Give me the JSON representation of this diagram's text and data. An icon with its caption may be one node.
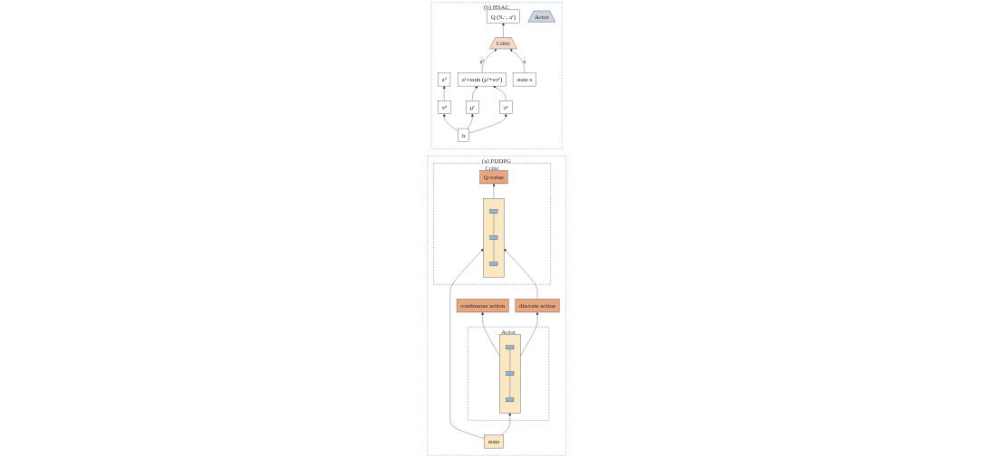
{
  "diagram": {
    "nodes": [
      {
        "text": [
          "(a) PDDPG"
        ]
      },
      {
        "text": [
          "Critic"
        ],
        "in": 0
      },
      {
        "text": [
          "Q-value"
        ],
        "in": 1
      },
      {
        "text": [],
        "shape": "box",
        "in": 1
      },
      {
        "text": [],
        "shape": "box",
        "in": 3
      },
      {
        "text": [],
        "shape": "box",
        "in": 3
      },
      {
        "text": [],
        "shape": "box",
        "in": 3
      },
      {
        "text": [
          "Actor"
        ],
        "in": 0
      },
      {
        "text": [
          "discrete action"
        ],
        "in": 0
      },
      {
        "text": [
          "continuous action"
        ],
        "in": 0
      },
      {
        "text": [],
        "shape": "box",
        "in": 7
      },
      {
        "text": [],
        "shape": "box",
        "in": 10
      },
      {
        "text": [],
        "shape": "box",
        "in": 10
      },
      {
        "text": [],
        "shape": "box",
        "in": 10
      },
      {
        "text": [
          "state"
        ],
        "in": 0
      },
      {
        "text": [
          "(b) HSAC"
        ]
      },
      {
        "text": [
          "aᵈ"
        ],
        "in": 15
      },
      {
        "text": [
          "aᶜ=tanh (μᶜ+εσᶜ)"
        ],
        "in": 15
      },
      {
        "text": [
          "πᵈ"
        ],
        "in": 15
      },
      {
        "text": [
          "μᶜ"
        ],
        "in": 15
      },
      {
        "text": [
          "σᶜ"
        ],
        "in": 15
      },
      {
        "text": [
          "h"
        ],
        "in": 15
      },
      {
        "text": [
          "Actor"
        ],
        "in": 15
      },
      {
        "text": [
          "state s"
        ],
        "in": 15
      },
      {
        "text": [
          "Q (S,·, aᶜ)"
        ],
        "in": 15
      },
      {
        "text": [
          "Critic"
        ],
        "in": 15
      }
    ],
    "edges": [
      {
        "from": 3,
        "to": 2,
        "arrow": "to"
      },
      {
        "from": 5,
        "to": 4,
        "arrow": "none"
      },
      {
        "from": 6,
        "to": 5,
        "arrow": "none"
      },
      {
        "from": 10,
        "to": 8,
        "arrow": "to"
      },
      {
        "from": 10,
        "to": 9,
        "arrow": "to"
      },
      {
        "from": 12,
        "to": 11,
        "arrow": "none"
      },
      {
        "from": 13,
        "to": 12,
        "arrow": "none"
      },
      {
        "from": 14,
        "to": 3,
        "arrow": "to"
      },
      {
        "from": 14,
        "to": 10,
        "arrow": "to"
      },
      {
        "from": 8,
        "to": 3,
        "arrow": "to"
      },
      {
        "from": 18,
        "to": 16,
        "arrow": "to"
      },
      {
        "from": 19,
        "to": 17,
        "arrow": "to"
      },
      {
        "from": 20,
        "to": 17,
        "arrow": "to"
      },
      {
        "from": 21,
        "to": 18,
        "arrow": "to"
      },
      {
        "from": 21,
        "to": 19,
        "arrow": "to"
      },
      {
        "from": 21,
        "to": 20,
        "arrow": "to"
      },
      {
        "from": 17,
        "to": 25,
        "arrow": "to",
        "label": "aᶜ"
      },
      {
        "from": 23,
        "to": 25,
        "arrow": "to",
        "label": "s"
      },
      {
        "from": 25,
        "to": 24,
        "arrow": "to"
      }
    ]
  }
}
